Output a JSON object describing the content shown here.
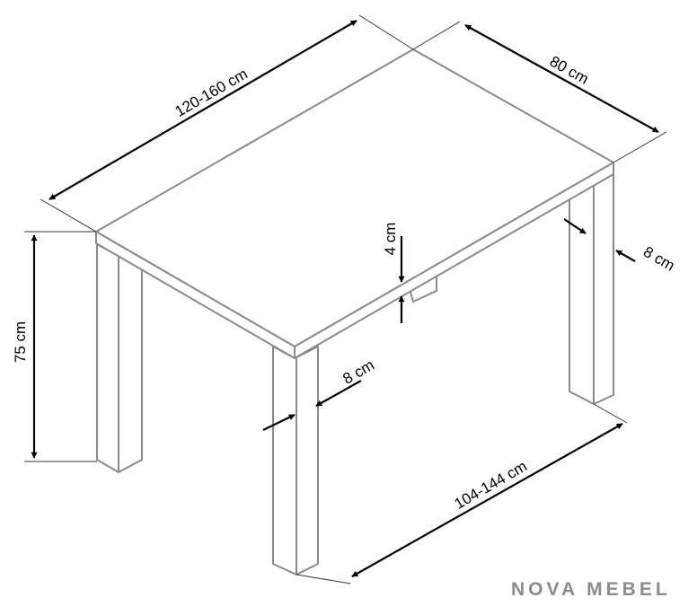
{
  "dimensions": {
    "length_top": "120-160 cm",
    "width": "80 cm",
    "height": "75 cm",
    "top_thickness": "4 cm",
    "leg_back": "8 cm",
    "leg_front": "8 cm",
    "length_legs": "104-144 cm"
  },
  "brand": "NOVA MEBEL"
}
